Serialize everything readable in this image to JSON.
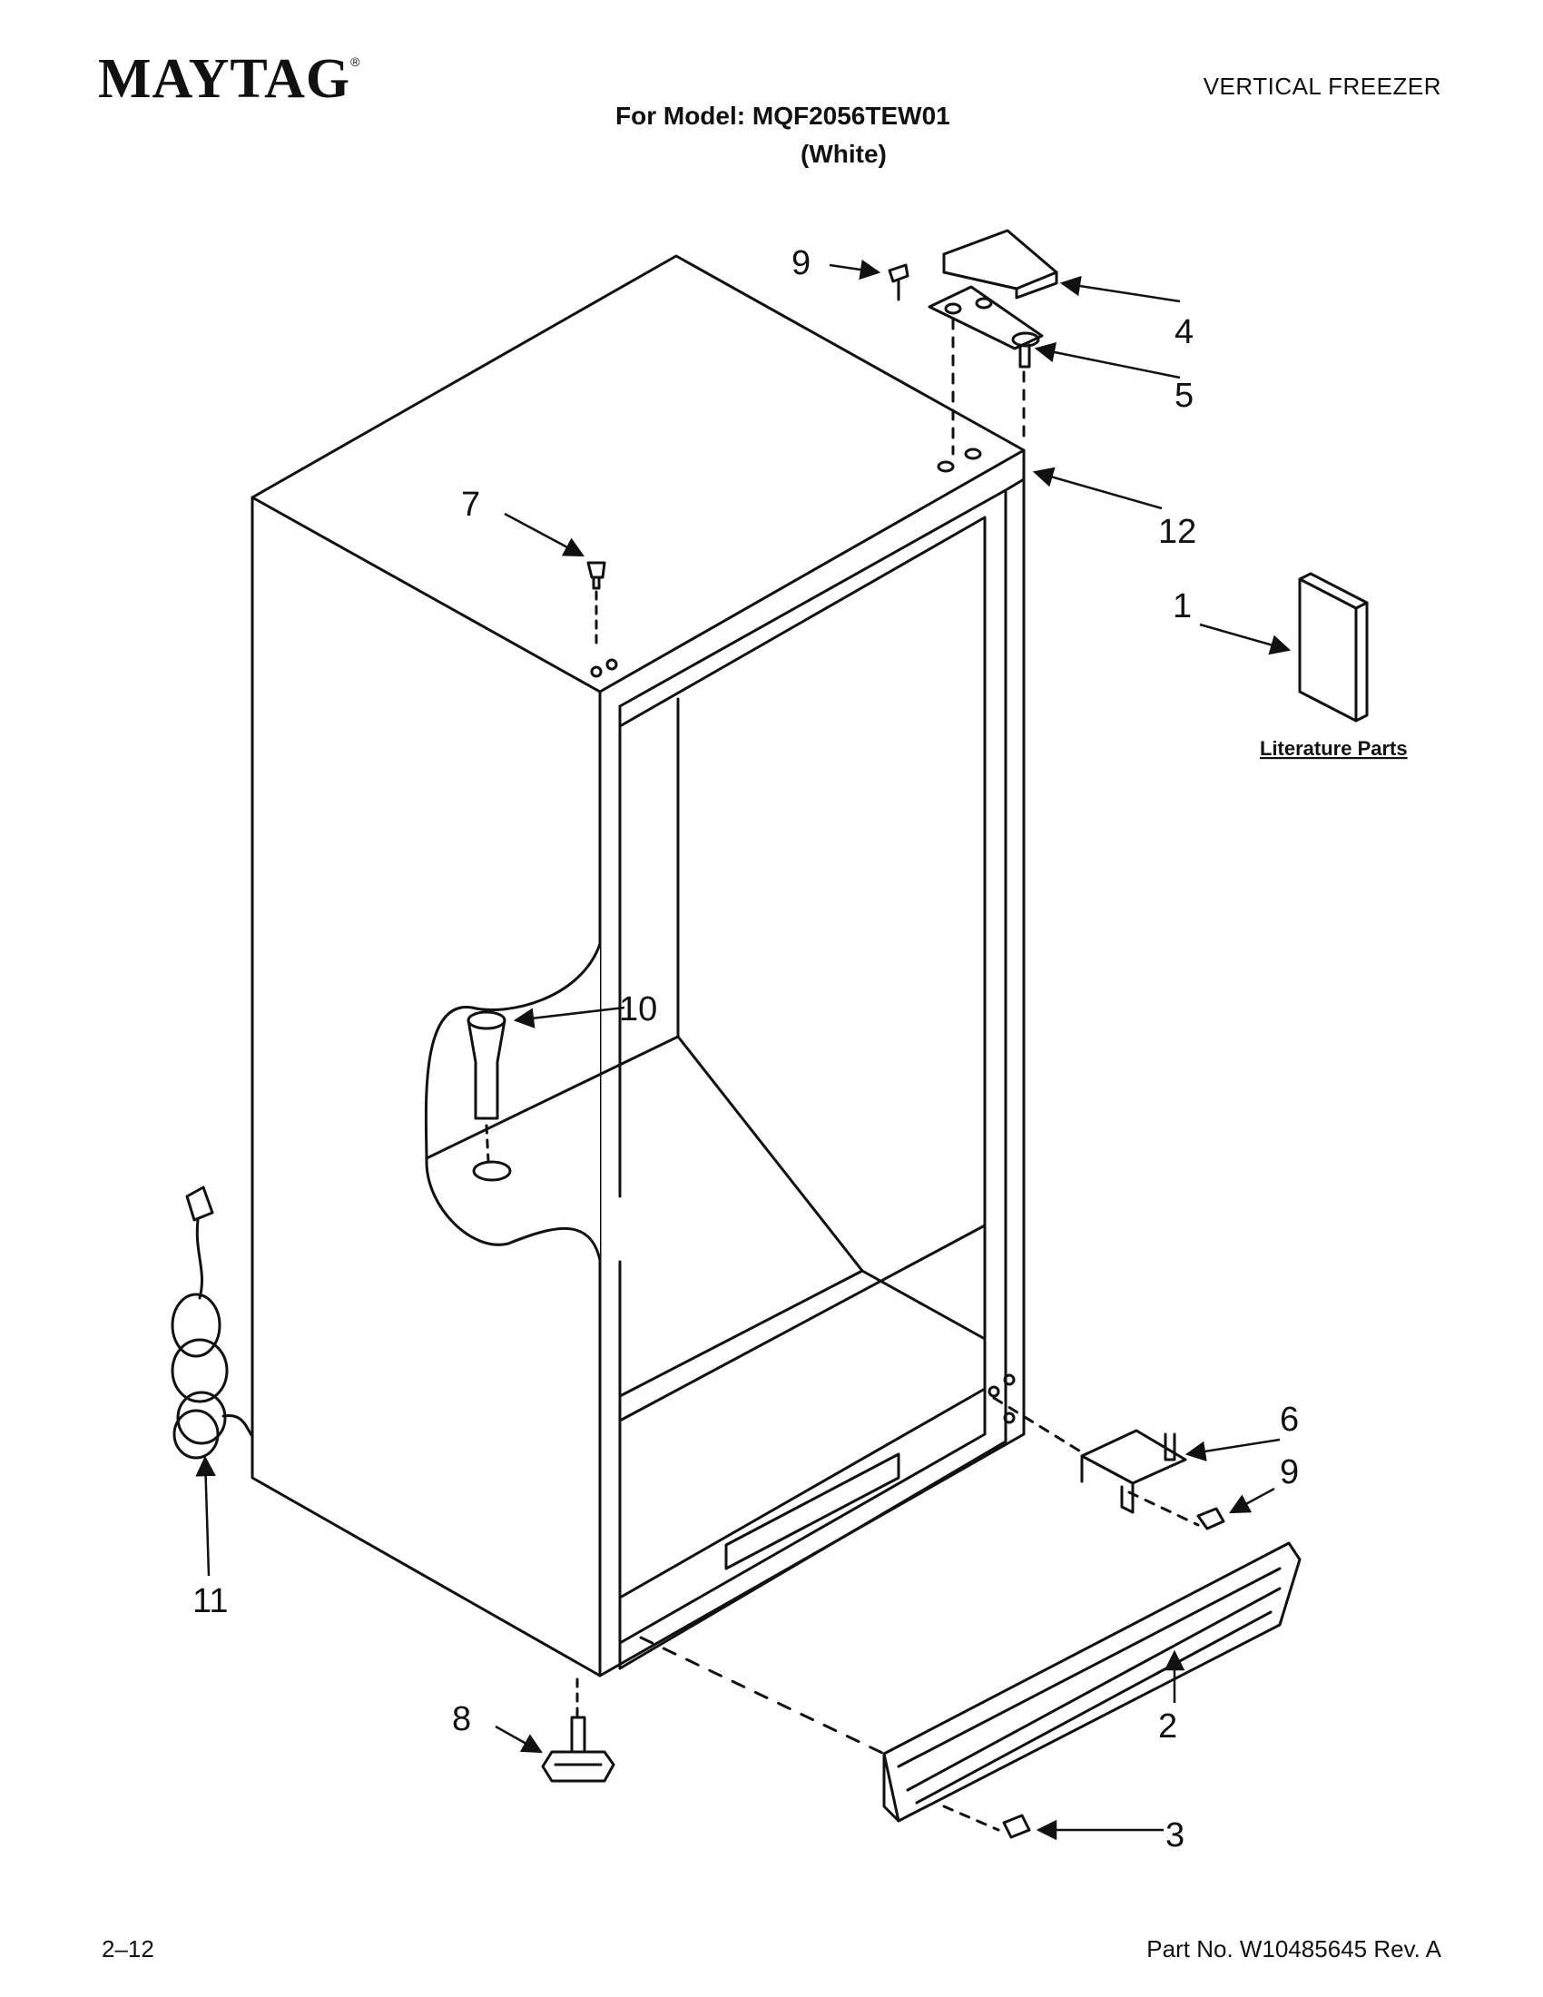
{
  "header": {
    "brand": "MAYTAG",
    "brand_mark": "®",
    "doc_type": "VERTICAL FREEZER",
    "model": "For Model: MQF2056TEW01",
    "variant": "(White)"
  },
  "footer": {
    "page_number": "2–12",
    "part_number": "Part No. W10485645 Rev. A"
  },
  "diagram": {
    "literature_label": "Literature Parts",
    "callouts": {
      "c1": "1",
      "c2": "2",
      "c3": "3",
      "c4": "4",
      "c5": "5",
      "c6": "6",
      "c7": "7",
      "c8": "8",
      "c9a": "9",
      "c9b": "9",
      "c10": "10",
      "c11": "11",
      "c12": "12"
    }
  }
}
